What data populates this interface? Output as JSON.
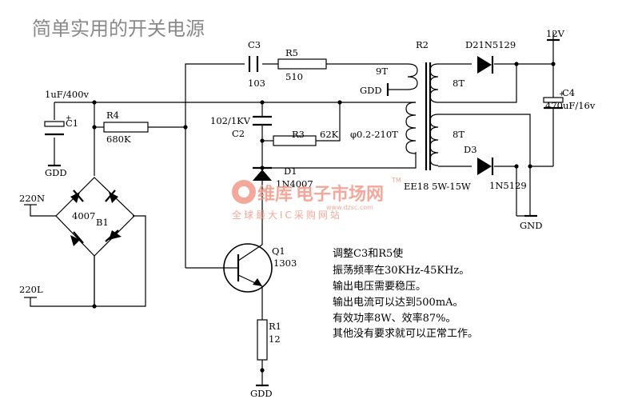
{
  "title": "简单实用的开关电源",
  "labels": {
    "c3": "C3",
    "c3_val": "103",
    "r5": "R5",
    "r5_val": "510",
    "r2": "R2",
    "d2": "D21N5129",
    "v12": "12V",
    "t9": "9T",
    "gdd_top": "GDD",
    "t8a": "8T",
    "t8b": "8T",
    "c4": "C4",
    "c4_val": "470uF/16v",
    "c1_rating": "1uF/400v",
    "c1": "C1",
    "r4": "R4",
    "r4_val": "680K",
    "c2_val": "102/1KV",
    "c2": "C2",
    "r3": "R3",
    "r3_val": "62K",
    "winding": "φ0.2-210T",
    "d3": "D3",
    "d3_val": "1N5129",
    "gdd_c1": "GDD",
    "d1": "D1",
    "d1_val": "1N4007",
    "core": "EE18 5W-15W",
    "v220n": "220N",
    "bridge_part": "4007",
    "b1": "B1",
    "gnd": "GND",
    "q1": "Q1",
    "q1_val": "1303",
    "v220l": "220L",
    "r1": "R1",
    "r1_val": "12",
    "gdd_bottom": "GDD"
  },
  "notes": [
    "调整C3和R5使",
    "振荡频率在30KHz-45KHz。",
    "输出电压需要稳压。",
    "输出电流可以达到500mA。",
    "有效功率8W、效率87%。",
    "其他没有要求就可以正常工作。"
  ],
  "watermark": {
    "brand": "维库",
    "name": "电子市场网",
    "domain": "www.dzsc.com",
    "slogan": "全球最大IC采购网站",
    "tm": "TM"
  },
  "colors": {
    "wire": "#000000",
    "title": "#8a8a8a",
    "watermark": "#f19a8a"
  }
}
